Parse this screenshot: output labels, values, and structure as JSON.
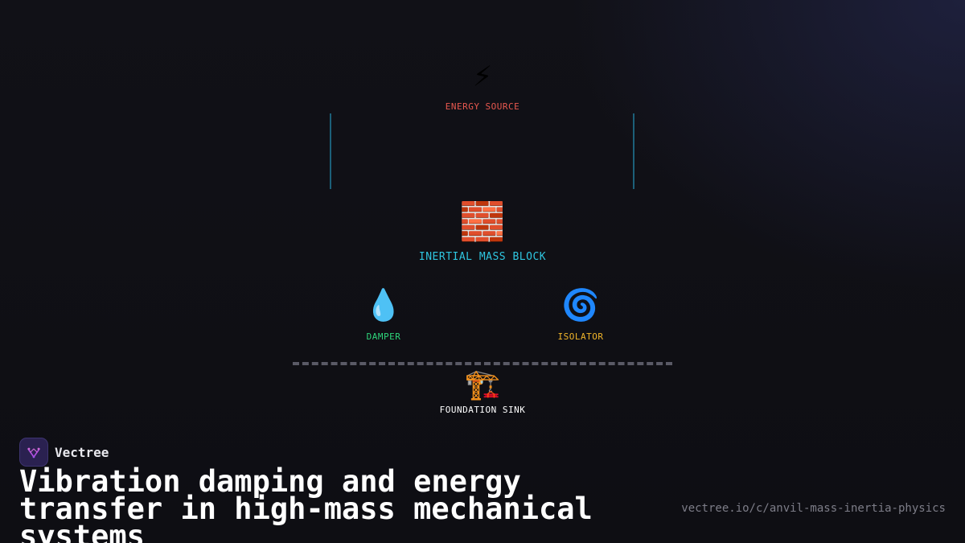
{
  "diagram": {
    "nodes": [
      {
        "id": "energy_source",
        "icon": "lightning-icon",
        "glyph": "⚡",
        "label": "ENERGY SOURCE",
        "color": "#e8584f"
      },
      {
        "id": "inertial_mass_block",
        "icon": "brick-icon",
        "glyph": "🧱",
        "label": "INERTIAL MASS BLOCK",
        "color": "#2fc6e0"
      },
      {
        "id": "damper",
        "icon": "droplet-icon",
        "glyph": "💧",
        "label": "DAMPER",
        "color": "#2ed47a"
      },
      {
        "id": "isolator",
        "icon": "cyclone-icon",
        "glyph": "🌀",
        "label": "ISOLATOR",
        "color": "#f0b429"
      },
      {
        "id": "foundation_sink",
        "icon": "construction-crane-icon",
        "glyph": "🏗️",
        "label": "FOUNDATION SINK",
        "color": "#ffffff"
      }
    ],
    "line_color": "#1f6f8b",
    "dash_color": "#5a5a66"
  },
  "brand": {
    "name": "Vectree",
    "logo_color": "#2a2150"
  },
  "headline": "Vibration damping and energy transfer in high-mass mechanical systems",
  "url": "vectree.io/c/anvil-mass-inertia-physics"
}
